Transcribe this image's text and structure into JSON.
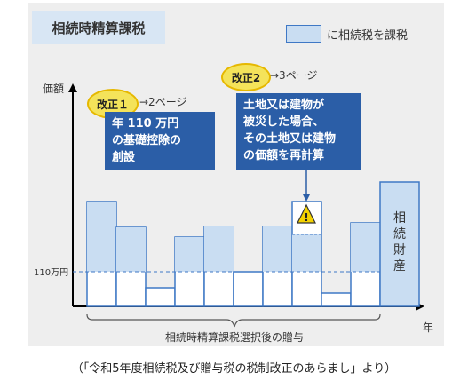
{
  "title": "相続時精算課税",
  "legend": {
    "label": "に相続税を課税"
  },
  "axes": {
    "y_label": "価額",
    "x_label": "年",
    "threshold_label": "110万円"
  },
  "reform1": {
    "badge": "改正１",
    "ref": "→2ページ",
    "text_lines": [
      "年 110 万円",
      "の基礎控除の",
      "創設"
    ]
  },
  "reform2": {
    "badge": "改正2",
    "ref": "→3ページ",
    "text_lines": [
      "土地又は建物が",
      "被災した場合、",
      "その土地又は建物",
      "の価額を再計算"
    ]
  },
  "estate_label": [
    "相",
    "続",
    "財",
    "産"
  ],
  "bracket_label": "相続時精算課税選択後の贈与",
  "warning_icon": "warning-triangle-icon",
  "source": "（「令和5年度相続税及び贈与税の税制改正のあらまし」より）",
  "colors": {
    "bar_fill": "#c9ddf2",
    "bar_stroke": "#3f78c5",
    "callout": "#2b5ea7",
    "badge": "#f4e35a"
  }
}
